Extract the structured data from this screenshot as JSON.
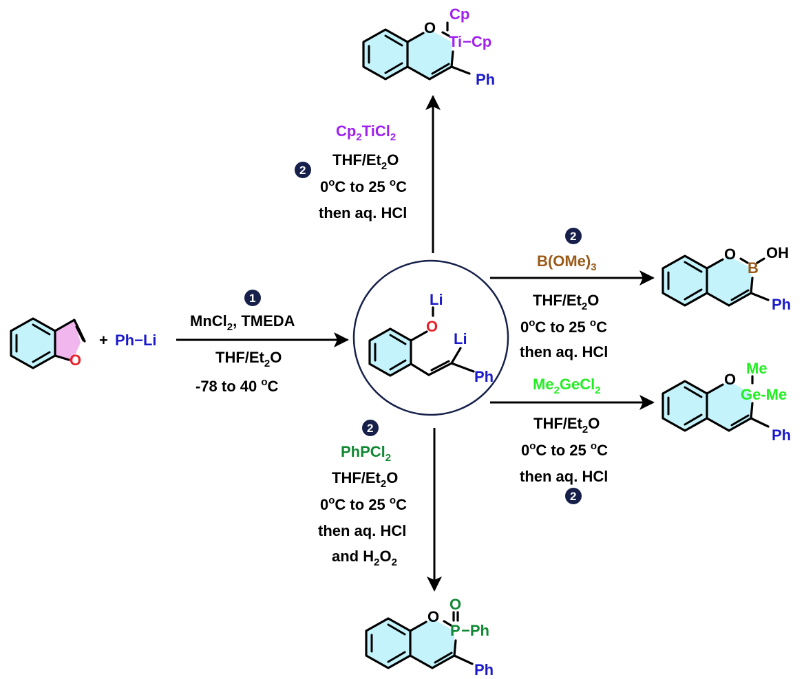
{
  "colors": {
    "ti": "#a020f0",
    "boron": "#9a5a18",
    "germanium": "#22ee22",
    "phosphorus": "#118833",
    "heteroatom": "#1a1acc",
    "bond_red": "#e8202a",
    "ring_fill": "#c4f3fb",
    "furan_fill": "#f2b6ef",
    "badge": "#16204a"
  },
  "start": {
    "plus": "+",
    "reagent": "Ph−Li",
    "o_label": "O"
  },
  "step1": {
    "badge": "1",
    "line1": "MnCl",
    "line1_sub": "2",
    "line1_tail": ", TMEDA",
    "line2": "THF/Et",
    "line2_sub": "2",
    "line2_tail": "O",
    "line3": "-78 to 40 ",
    "line3_sup": "o",
    "line3_tail": "C"
  },
  "intermediate": {
    "li_top": "Li",
    "o": "O",
    "li_vinyl": "Li",
    "ph": "Ph"
  },
  "conditions_common": {
    "solvent": "THF/Et",
    "solvent_sub": "2",
    "solvent_tail": "O",
    "temp_a": "0",
    "temp_sup_a": "o",
    "temp_mid": "C to 25 ",
    "temp_sup_b": "o",
    "temp_tail": "C",
    "workup": "then aq. HCl"
  },
  "ti_route": {
    "badge": "2",
    "reagent": "Cp",
    "reagent_sub1": "2",
    "reagent_mid": "TiCl",
    "reagent_sub2": "2",
    "product": {
      "o": "O",
      "ti": "Ti",
      "cp_top": "Cp",
      "cp_right": "−Cp",
      "ph": "Ph"
    }
  },
  "b_route": {
    "badge": "2",
    "reagent": "B(OMe)",
    "reagent_sub": "3",
    "product": {
      "o": "O",
      "b": "B",
      "oh": "OH",
      "ph": "Ph"
    }
  },
  "ge_route": {
    "badge": "2",
    "reagent": "Me",
    "reagent_sub1": "2",
    "reagent_mid": "GeCl",
    "reagent_sub2": "2",
    "product": {
      "o": "O",
      "ge": "Ge-Me",
      "me_top": "Me",
      "ph": "Ph"
    }
  },
  "p_route": {
    "badge": "2",
    "reagent": "PhPCl",
    "reagent_sub": "2",
    "extra": "and H",
    "extra_sub1": "2",
    "extra_mid": "O",
    "extra_sub2": "2",
    "product": {
      "o_ring": "O",
      "o_oxide": "O",
      "p": "P",
      "ph_p": "−Ph",
      "ph": "Ph"
    }
  }
}
